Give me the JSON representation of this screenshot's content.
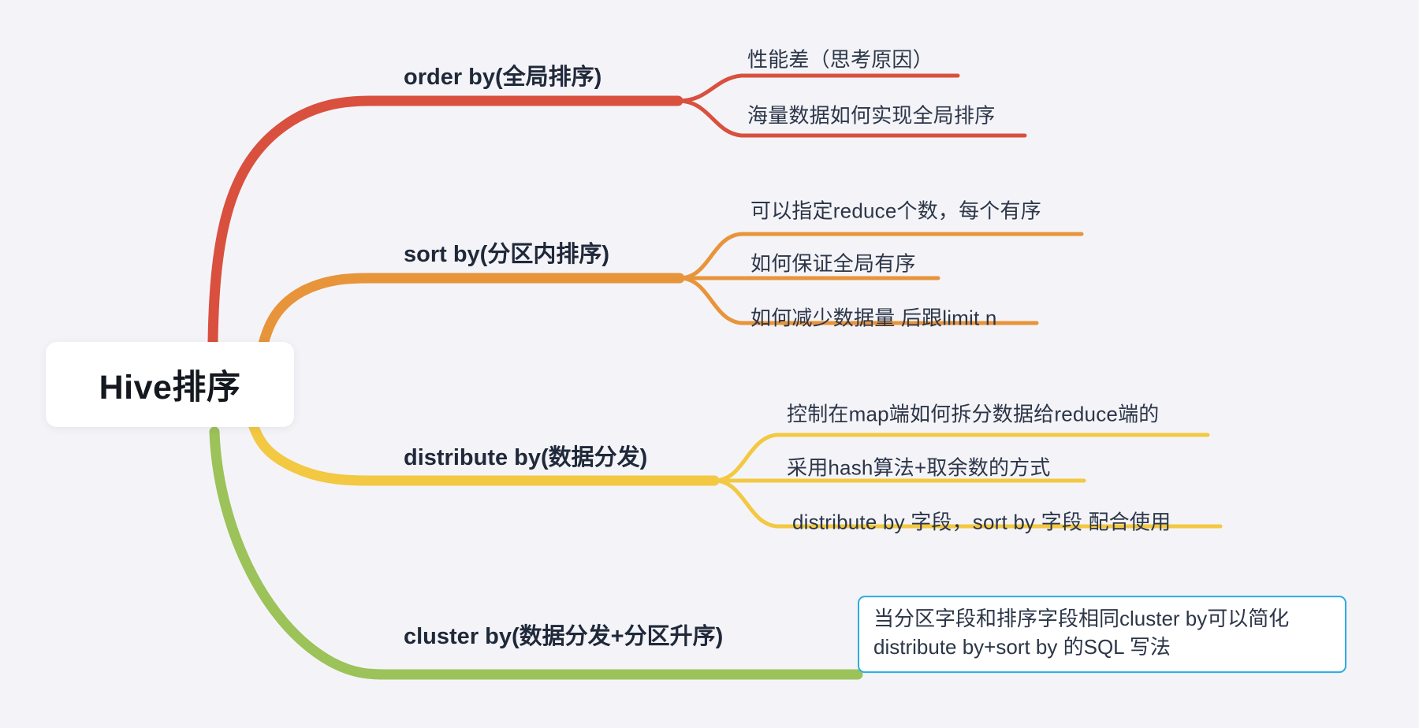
{
  "diagram": {
    "type": "mindmap",
    "title": "Hive排序",
    "background_color": "#f4f4f8",
    "root": {
      "label": "Hive排序",
      "card_color": "#ffffff"
    },
    "branches": [
      {
        "id": "order-by",
        "label": "order by(全局排序)",
        "color": "#d9503f",
        "children": [
          {
            "label": "性能差（思考原因）"
          },
          {
            "label": "海量数据如何实现全局排序"
          }
        ]
      },
      {
        "id": "sort-by",
        "label": "sort by(分区内排序)",
        "color": "#e8943a",
        "children": [
          {
            "label": "可以指定reduce个数，每个有序"
          },
          {
            "label": "如何保证全局有序"
          },
          {
            "label": "如何减少数据量 后跟limit n"
          }
        ]
      },
      {
        "id": "distribute-by",
        "label": "distribute by(数据分发)",
        "color": "#f3c842",
        "children": [
          {
            "label": "控制在map端如何拆分数据给reduce端的"
          },
          {
            "label": "采用hash算法+取余数的方式"
          },
          {
            "label": "distribute by 字段，sort by 字段 配合使用"
          }
        ]
      },
      {
        "id": "cluster-by",
        "label": "cluster by(数据分发+分区升序)",
        "color": "#9cc25a",
        "children": [
          {
            "boxed": true,
            "border_color": "#2bace2",
            "line1": "当分区字段和排序字段相同cluster by可以简化",
            "line2": "distribute by+sort by 的SQL 写法"
          }
        ]
      }
    ]
  }
}
